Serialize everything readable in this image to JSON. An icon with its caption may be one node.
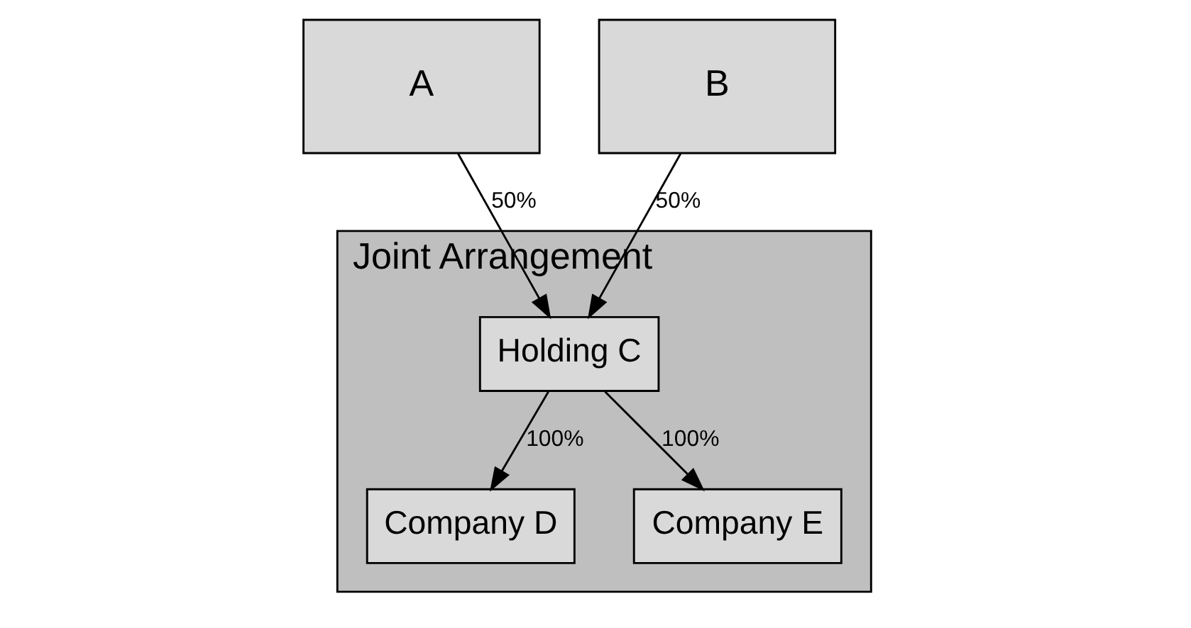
{
  "diagram": {
    "nodes": [
      {
        "text": [
          "A"
        ]
      },
      {
        "text": [
          "B"
        ]
      },
      {
        "text": [
          "Joint Arrangement"
        ]
      },
      {
        "text": [
          "Holding C"
        ],
        "in": 2
      },
      {
        "text": [
          "Company D"
        ],
        "in": 2
      },
      {
        "text": [
          "Company E"
        ],
        "in": 2
      }
    ],
    "edges": [
      {
        "from": 0,
        "to": 3,
        "arrow": "to",
        "label": "50%"
      },
      {
        "from": 1,
        "to": 3,
        "arrow": "to",
        "label": "50%"
      },
      {
        "from": 3,
        "to": 4,
        "arrow": "to",
        "label": "100%"
      },
      {
        "from": 3,
        "to": 5,
        "arrow": "to",
        "label": "100%"
      }
    ]
  }
}
